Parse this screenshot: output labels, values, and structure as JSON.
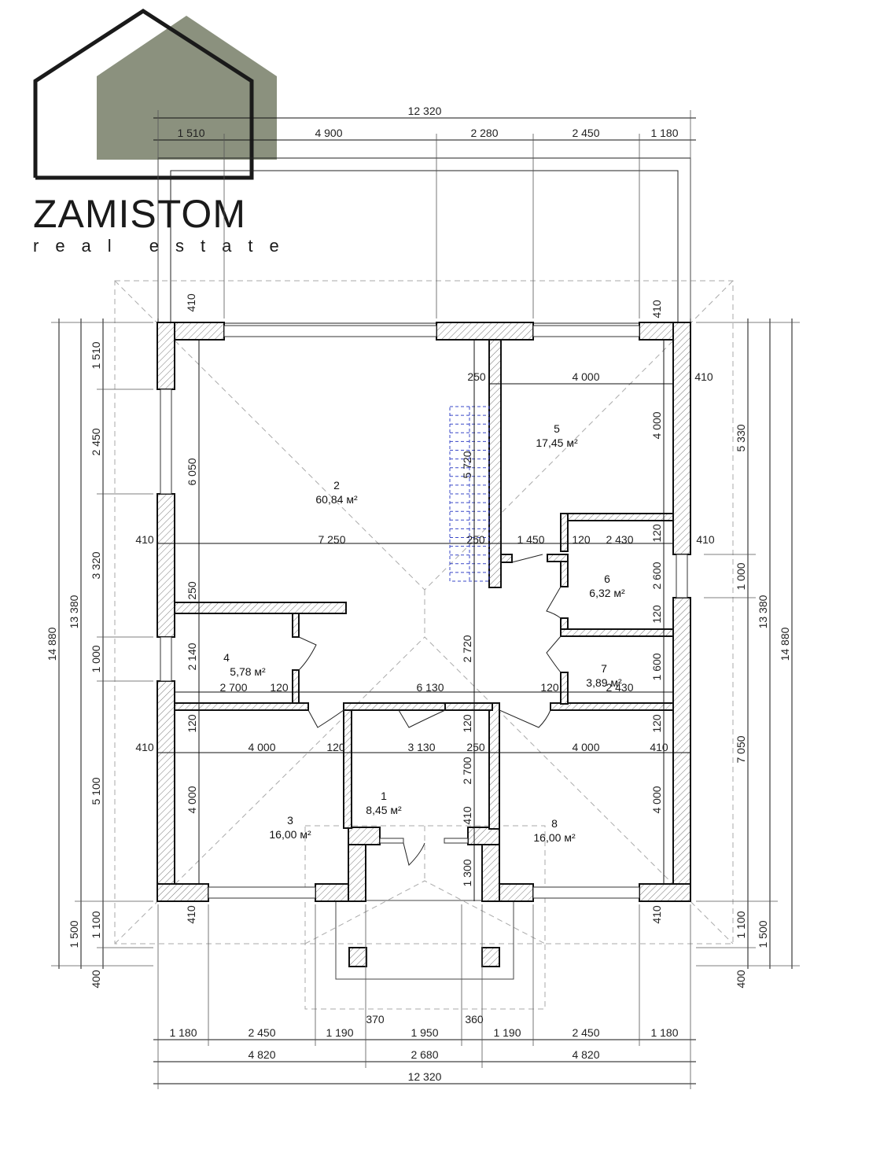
{
  "logo": {
    "word": "ZAMISTOM",
    "sub": "real estate",
    "accent_color": "#8b917e"
  },
  "rooms": [
    {
      "number": "1",
      "area": "8,45 м²"
    },
    {
      "number": "2",
      "area": "60,84 м²"
    },
    {
      "number": "3",
      "area": "16,00 м²"
    },
    {
      "number": "4",
      "area": "5,78 м²"
    },
    {
      "number": "5",
      "area": "17,45 м²"
    },
    {
      "number": "6",
      "area": "6,32 м²"
    },
    {
      "number": "7",
      "area": "3,89 м²"
    },
    {
      "number": "8",
      "area": "16,00 м²"
    }
  ],
  "dims": {
    "top_total": "12 320",
    "top_segments": [
      "1 510",
      "4 900",
      "2 280",
      "2 450",
      "1 180"
    ],
    "top_wall_left": "410",
    "top_wall_right": "410",
    "bottom_row1": [
      "1 180",
      "2 450",
      "1 190",
      "1 950",
      "1 190",
      "2 450",
      "1 180"
    ],
    "bottom_porch_left": "370",
    "bottom_porch_right": "360",
    "bottom_row2": [
      "4 820",
      "2 680",
      "4 820"
    ],
    "bottom_total": "12 320",
    "bottom_wall_left": "410",
    "bottom_wall_right": "410",
    "left_outer": "14 880",
    "left_inner": "13 380",
    "left_segments": [
      "1 510",
      "2 450",
      "3 320",
      "1 000",
      "5 100",
      "1 100",
      "1 500",
      "400"
    ],
    "right_outer": "14 880",
    "right_inner": "13 380",
    "right_segments": [
      "5 330",
      "1 000",
      "7 050",
      "1 100",
      "1 500",
      "400"
    ],
    "interior": {
      "r5_left_wall": "250",
      "r5_width": "4 000",
      "r5_right_wall": "410",
      "r5_height": "4 000",
      "stair_length": "5 720",
      "r2_height": "6 050",
      "r2_left_wall": "410",
      "r2_width": "7 250",
      "r2_right_wall": "250",
      "hall_width": "1 450",
      "r6_left_wall": "120",
      "r6_width": "2 430",
      "r6_top_wall": "120",
      "r6_height": "2 600",
      "r6_bottom_wall": "120",
      "right_wall_mid": "410",
      "r2_bottom_wall": "250",
      "r4_height": "2 140",
      "r4_width": "2 700",
      "r4_right_wall": "120",
      "hall_length": "6 130",
      "hall_height": "2 720",
      "r7_left_wall": "120",
      "r7_width": "2 430",
      "r7_height": "1 600",
      "r3_top_wall": "120",
      "r1_top_wall": "120",
      "r8_top_wall": "120",
      "r3_left_wall": "410",
      "r3_width": "4 000",
      "r3_right_wall": "120",
      "r1_width": "3 130",
      "r1_right_wall": "250",
      "r8_width": "4 000",
      "r8_right_wall": "410",
      "r1_height": "2 700",
      "r3_height": "4 000",
      "r8_height": "4 000",
      "r1_bottom_wall": "410",
      "porch_depth": "1 300"
    }
  }
}
